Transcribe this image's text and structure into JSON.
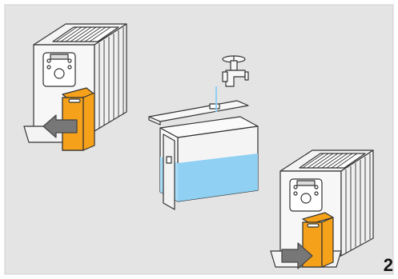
{
  "figure": {
    "step_number": "2",
    "colors": {
      "panel_background": "#e4e4e4",
      "tank_accent": "#f5a11a",
      "water": "#8fd0f3",
      "line": "#333333"
    },
    "icons": [
      "coffee-machine",
      "water-tank",
      "water-tap",
      "arrow"
    ]
  }
}
